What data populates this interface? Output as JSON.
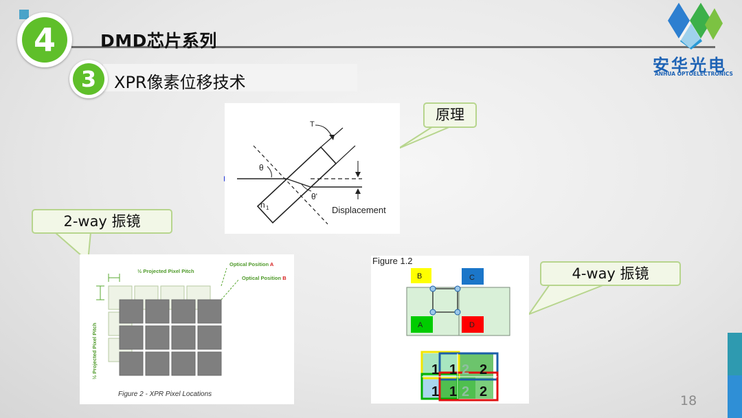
{
  "header": {
    "section_number": "4",
    "title": "DMD芯片系列",
    "subsection_number": "3",
    "subtitle": "XPR像素位移技术"
  },
  "logo": {
    "name_cn": "安华光电",
    "name_en": "ANHUA OPTOELECTRONICS"
  },
  "callouts": {
    "principle": "原理",
    "two_way": "2-way 振镜",
    "four_way": "4-way 振镜"
  },
  "figure_top": {
    "label_t": "T",
    "label_theta": "θ",
    "label_theta_prime": "θ'",
    "label_n": "n",
    "label_n_sub": "1",
    "label_displacement": "Displacement"
  },
  "figure_left": {
    "label_half_pitch": "½ Projected Pixel Pitch",
    "label_optical_a_prefix": "Optical Position ",
    "label_optical_a_letter": "A",
    "label_optical_b_prefix": "Optical Position ",
    "label_optical_b_letter": "B",
    "label_vertical": "½ Projected Pixel Pitch",
    "caption": "Figure 2  -  XPR Pixel Locations"
  },
  "figure_right": {
    "title": "Figure 1.2",
    "label_a": "A",
    "label_b": "B",
    "label_c": "C",
    "label_d": "D",
    "grid_digit_1": "1",
    "grid_digit_2": "2"
  },
  "page_number": "18",
  "colors": {
    "accent_green": "#5fbf2a",
    "logo_blue": "#1e63b5",
    "callout_border": "#b7d58d",
    "callout_fill": "#f2f7e7"
  }
}
